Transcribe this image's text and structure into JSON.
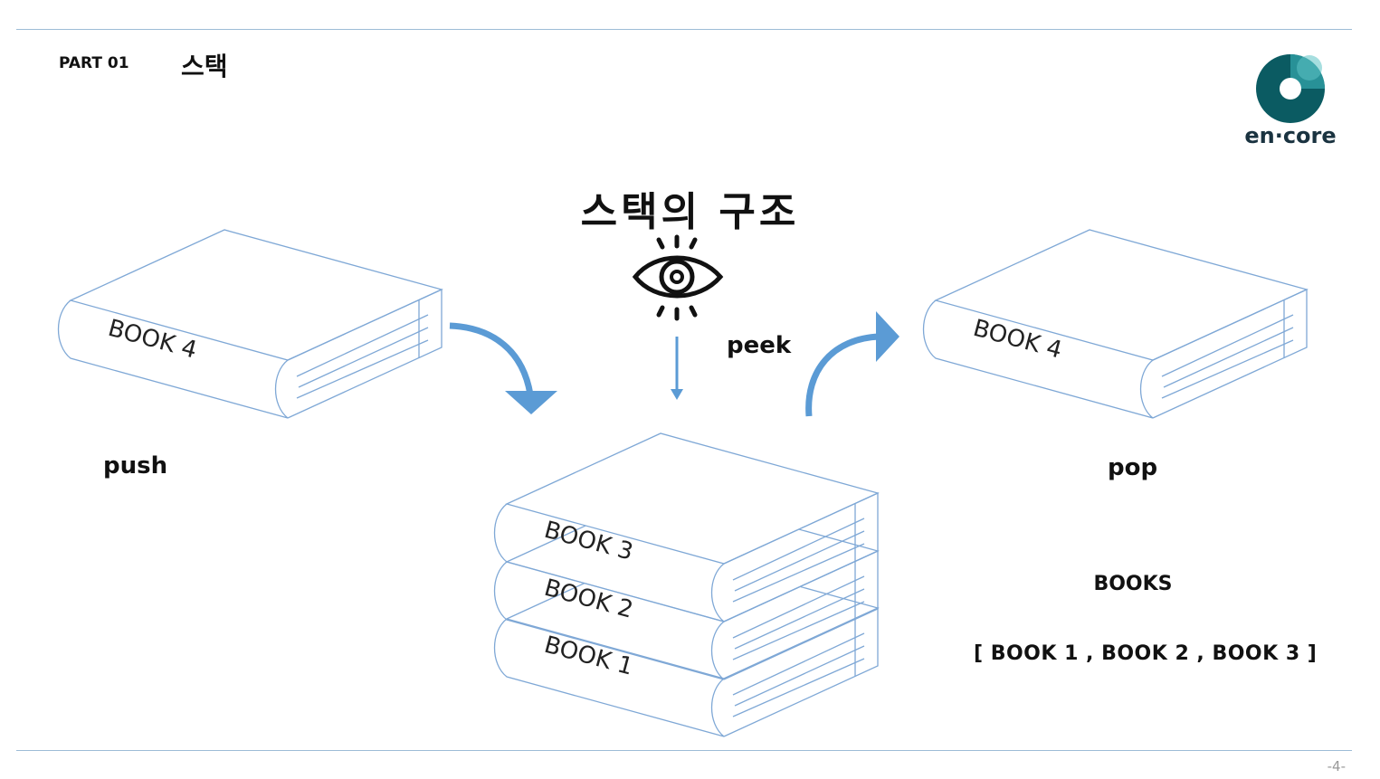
{
  "header": {
    "part_label": "PART 01",
    "part_title": "스택"
  },
  "logo": {
    "text": "en·core",
    "colors": {
      "ring_dark": "#0b5b62",
      "ring_light": "#2e9ba1",
      "text": "#1a3340"
    }
  },
  "diagram": {
    "title": "스택의 구조",
    "push_label": "push",
    "peek_label": "peek",
    "pop_label": "pop",
    "pushed_book": "BOOK 4",
    "popped_book": "BOOK 4",
    "stack_books": [
      "BOOK 3",
      "BOOK 2",
      "BOOK 1"
    ],
    "books_heading": "BOOKS",
    "books_list": "[ BOOK 1 , BOOK 2 , BOOK 3 ]",
    "colors": {
      "arrow": "#5b9bd5",
      "book_outline": "#7fa8d6",
      "rule": "#9dbcd6"
    }
  },
  "footer": {
    "page_number": "-4-"
  }
}
